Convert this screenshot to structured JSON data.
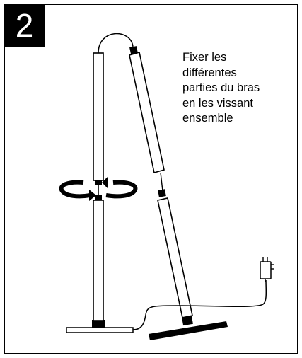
{
  "step": {
    "number": "2"
  },
  "instruction": {
    "lines": [
      "Fixer les",
      "différentes",
      "parties du bras",
      "en les vissant",
      "ensemble"
    ]
  },
  "colors": {
    "ink": "#000000",
    "paper": "#ffffff",
    "accent": "#000000"
  },
  "icons": [
    "rotate-arrows-icon",
    "power-adapter-icon"
  ]
}
